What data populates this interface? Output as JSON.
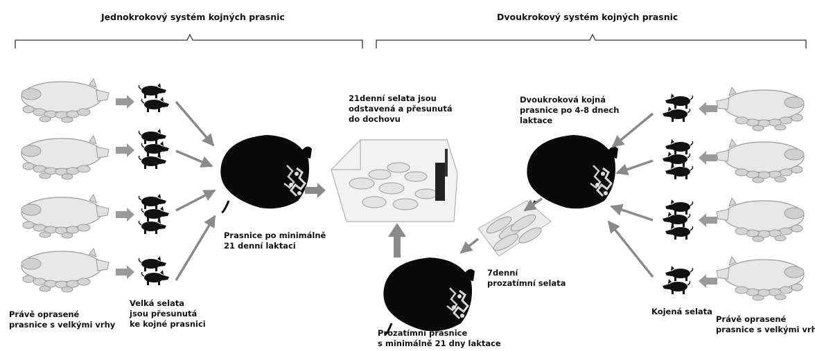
{
  "headers": {
    "one_step": "Jednokrokový systém kojných prasnic",
    "two_step": "Dvoukrokový systém kojných prasnic"
  },
  "labels": {
    "fresh_sows_left": [
      "Právě oprasené",
      "prasnice s velkými vrhy"
    ],
    "large_piglets": [
      "Velká selata",
      "jsou přesunutá",
      "ke kojné prasnici"
    ],
    "sow_21_days": [
      "Prasnice po minimálně",
      "21 denní laktaci"
    ],
    "weaned": [
      "21denní selata jsou",
      "odstavená a přesunutá",
      "do dochovu"
    ],
    "two_step_sow": [
      "Dvoukroková kojná",
      "prasnice po 4-8 dnech",
      "laktace"
    ],
    "seven_day": [
      "7denní",
      "prozatímní selata"
    ],
    "interim_sow": [
      "Prozatímní prasnice",
      "s minimálně 21 dny laktace"
    ],
    "nursed_piglets": "Kojená selata",
    "fresh_sows_right": [
      "Právě oprasené",
      "prasnice s velkými vrhy"
    ]
  }
}
